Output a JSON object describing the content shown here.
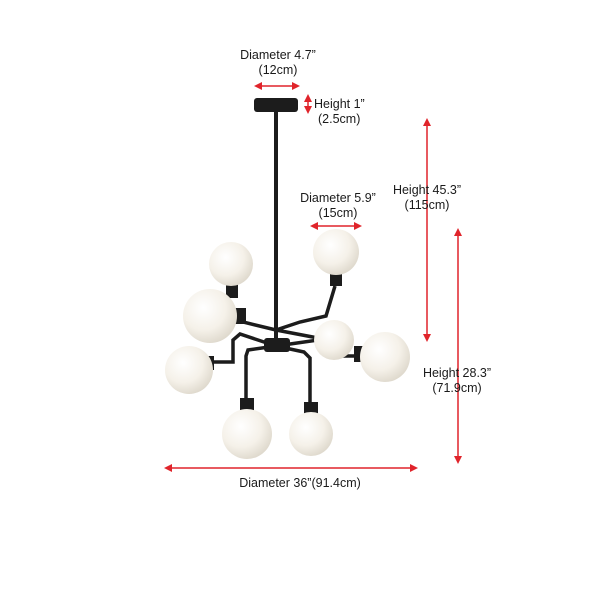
{
  "dimensions": {
    "canopy_diameter": {
      "line1": "Diameter 4.7”",
      "line2": "(12cm)"
    },
    "canopy_height": {
      "line1": "Height 1”",
      "line2": "(2.5cm)"
    },
    "shade_diameter": {
      "line1": "Diameter 5.9”",
      "line2": "(15cm)"
    },
    "overall_height": {
      "line1": "Height 45.3”",
      "line2": "(115cm)"
    },
    "fixture_height": {
      "line1": "Height 28.3”",
      "line2": "(71.9cm)"
    },
    "overall_diameter": {
      "line1": "Diameter 36”(91.4cm)"
    }
  },
  "colors": {
    "arrow": "#e0242b",
    "metal": "#1c1c1c",
    "glass": "#f3efe6"
  }
}
